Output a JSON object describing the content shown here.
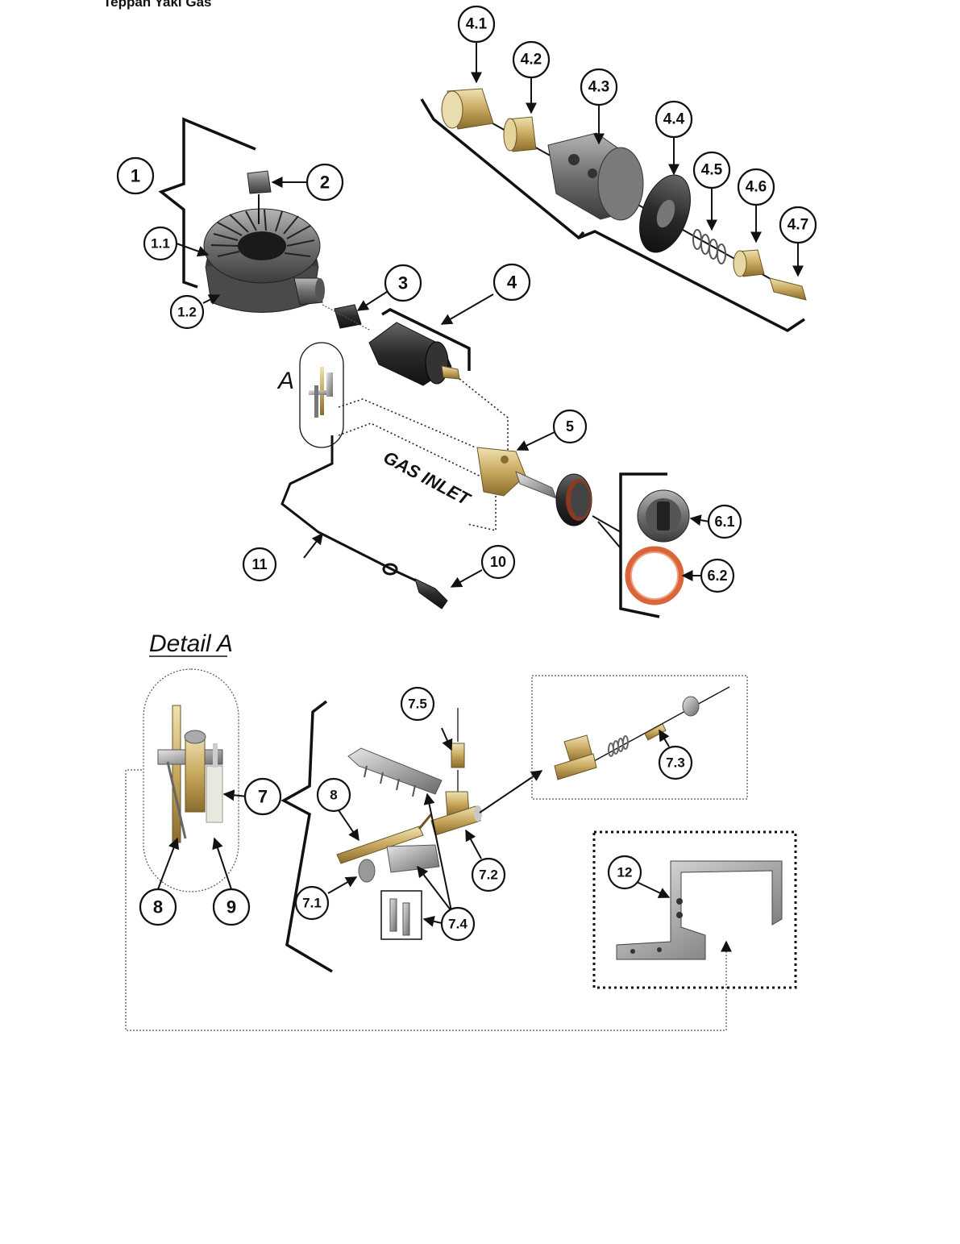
{
  "header": {
    "title": "Teppan Yaki Gas"
  },
  "labels": {
    "detail_marker": "A",
    "gas_inlet": "GAS INLET",
    "detail_title": "Detail A"
  },
  "callouts": [
    {
      "id": "c-4-1",
      "text": "4.1"
    },
    {
      "id": "c-4-2",
      "text": "4.2"
    },
    {
      "id": "c-4-3",
      "text": "4.3"
    },
    {
      "id": "c-4-4",
      "text": "4.4"
    },
    {
      "id": "c-4-5",
      "text": "4.5"
    },
    {
      "id": "c-4-6",
      "text": "4.6"
    },
    {
      "id": "c-4-7",
      "text": "4.7"
    },
    {
      "id": "c-1",
      "text": "1"
    },
    {
      "id": "c-2",
      "text": "2"
    },
    {
      "id": "c-1-1",
      "text": "1.1"
    },
    {
      "id": "c-1-2",
      "text": "1.2"
    },
    {
      "id": "c-3",
      "text": "3"
    },
    {
      "id": "c-4",
      "text": "4"
    },
    {
      "id": "c-5",
      "text": "5"
    },
    {
      "id": "c-6-1",
      "text": "6.1"
    },
    {
      "id": "c-6-2",
      "text": "6.2"
    },
    {
      "id": "c-10",
      "text": "10"
    },
    {
      "id": "c-11",
      "text": "11"
    },
    {
      "id": "c-7-5",
      "text": "7.5"
    },
    {
      "id": "c-7-3",
      "text": "7.3"
    },
    {
      "id": "c-7",
      "text": "7"
    },
    {
      "id": "c-8b",
      "text": "8"
    },
    {
      "id": "c-8a",
      "text": "8"
    },
    {
      "id": "c-9",
      "text": "9"
    },
    {
      "id": "c-7-1",
      "text": "7.1"
    },
    {
      "id": "c-7-2",
      "text": "7.2"
    },
    {
      "id": "c-7-4",
      "text": "7.4"
    },
    {
      "id": "c-12",
      "text": "12"
    }
  ]
}
